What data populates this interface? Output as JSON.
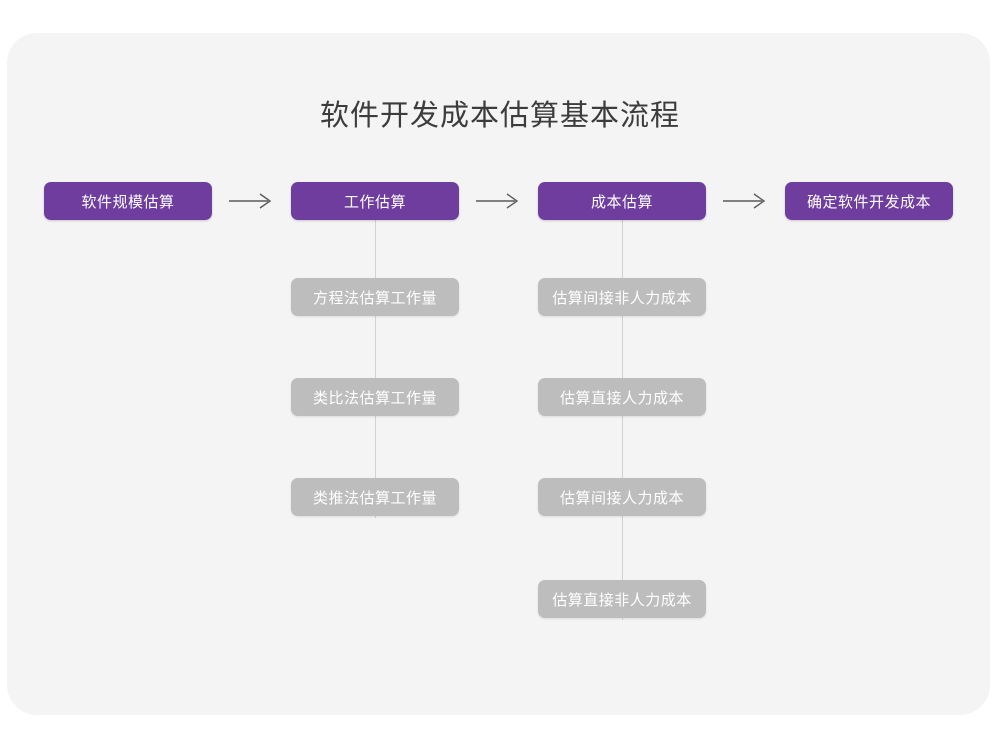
{
  "diagram": {
    "title": "软件开发成本估算基本流程",
    "colors": {
      "background": "#ffffff",
      "panel": "#f4f4f5",
      "primary_node": "#6f3d9e",
      "secondary_node": "#bdbdbd",
      "node_text": "#ffffff",
      "title_text": "#3c3c3c",
      "connector_line": "#d2d2d2",
      "arrow": "#5a5a5a"
    },
    "main_flow": [
      {
        "id": "step-1",
        "label": "软件规模估算"
      },
      {
        "id": "step-2",
        "label": "工作估算"
      },
      {
        "id": "step-3",
        "label": "成本估算"
      },
      {
        "id": "step-4",
        "label": "确定软件开发成本"
      }
    ],
    "arrows": [
      {
        "id": "arrow-1",
        "glyph": "→"
      },
      {
        "id": "arrow-2",
        "glyph": "→"
      },
      {
        "id": "arrow-3",
        "glyph": "→"
      }
    ],
    "branches": [
      {
        "id": "branch-work-estimation",
        "parent": "工作估算",
        "items": [
          {
            "id": "work-1",
            "label": "方程法估算工作量"
          },
          {
            "id": "work-2",
            "label": "类比法估算工作量"
          },
          {
            "id": "work-3",
            "label": "类推法估算工作量"
          }
        ]
      },
      {
        "id": "branch-cost-estimation",
        "parent": "成本估算",
        "items": [
          {
            "id": "cost-1",
            "label": "估算间接非人力成本"
          },
          {
            "id": "cost-2",
            "label": "估算直接人力成本"
          },
          {
            "id": "cost-3",
            "label": "估算间接人力成本"
          },
          {
            "id": "cost-4",
            "label": "估算直接非人力成本"
          }
        ]
      }
    ]
  }
}
